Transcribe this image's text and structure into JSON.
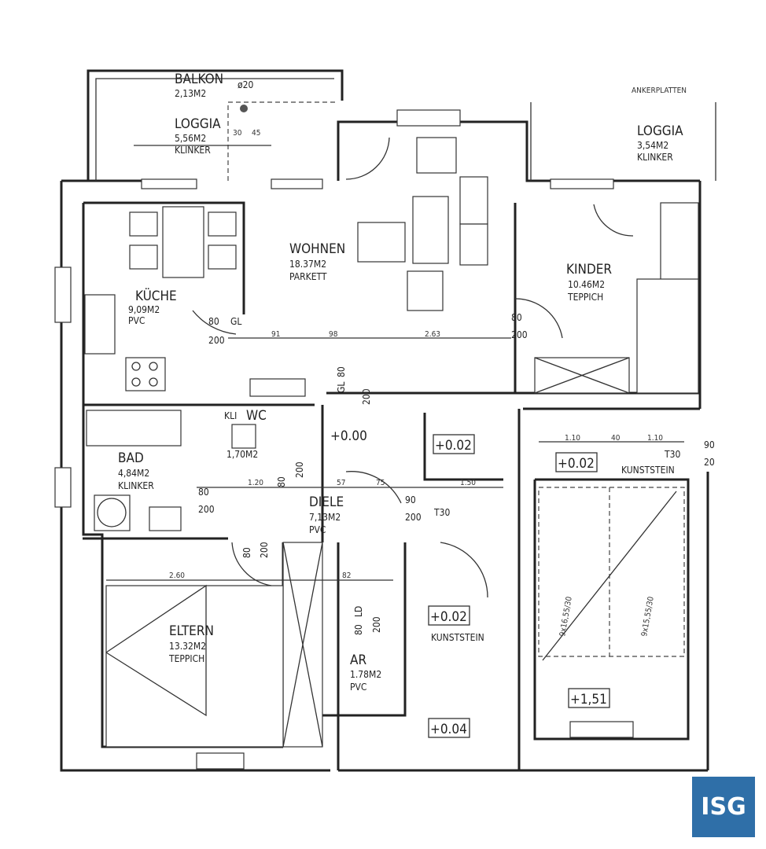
{
  "rooms": {
    "balkon": {
      "name": "BALKON",
      "area": "2,13M2"
    },
    "loggia1": {
      "name": "LOGGIA",
      "area": "5,56M2",
      "floor": "KLINKER"
    },
    "wohnen": {
      "name": "WOHNEN",
      "area": "18.37M2",
      "floor": "PARKETT"
    },
    "kueche": {
      "name": "KÜCHE",
      "area": "9,09M2",
      "floor": "PVC"
    },
    "kinder": {
      "name": "KINDER",
      "area": "10.46M2",
      "floor": "TEPPICH"
    },
    "loggia2": {
      "name": "LOGGIA",
      "area": "3,54M2",
      "floor": "KLINKER"
    },
    "bad": {
      "name": "BAD",
      "area": "4,84M2",
      "floor": "KLINKER"
    },
    "wc": {
      "name": "WC",
      "area": "1,70M2",
      "kli": "KLI"
    },
    "diele": {
      "name": "DIELE",
      "area": "7,13M2",
      "floor": "PVC"
    },
    "eltern": {
      "name": "ELTERN",
      "area": "13.32M2",
      "floor": "TEPPICH"
    },
    "ar": {
      "name": "AR",
      "area": "1.78M2",
      "floor": "PVC"
    }
  },
  "notes": {
    "ankerplatten": "ANKERPLATTEN",
    "kunststein1": "KUNSTSTEIN",
    "kunststein2": "KUNSTSTEIN",
    "t30a": "T30",
    "t30b": "T30",
    "o20": "ø20"
  },
  "levels": [
    "+0.00",
    "+0.02",
    "+0.02",
    "+0.02",
    "+0.04",
    "+1,51"
  ],
  "dims": {
    "kueche_door": [
      "80",
      "GL",
      "200"
    ],
    "kinder_door": [
      "80",
      "200"
    ],
    "diele_door": [
      "80",
      "GL",
      "200"
    ],
    "bad_door": [
      "80",
      "200"
    ],
    "wc_door": [
      "80",
      "200"
    ],
    "eltern_door": [
      "80",
      "200"
    ],
    "ar_door": [
      "80",
      "LD",
      "200"
    ],
    "entry_door": [
      "90",
      "200"
    ],
    "stair_door": [
      "90",
      "20"
    ],
    "row1": [
      "91",
      "98",
      "2.63"
    ],
    "row2": [
      "1.20",
      "57",
      "75",
      "1.50"
    ],
    "row3": [
      "2.60",
      "82"
    ],
    "stair": [
      "1.10",
      "40",
      "1.10"
    ],
    "loggia_dims": [
      "30",
      "45"
    ],
    "stair_flights": [
      "9x16,55/30",
      "9x15,55/30"
    ]
  },
  "logo": {
    "text": "ISG",
    "color": "#2f6fa8"
  }
}
